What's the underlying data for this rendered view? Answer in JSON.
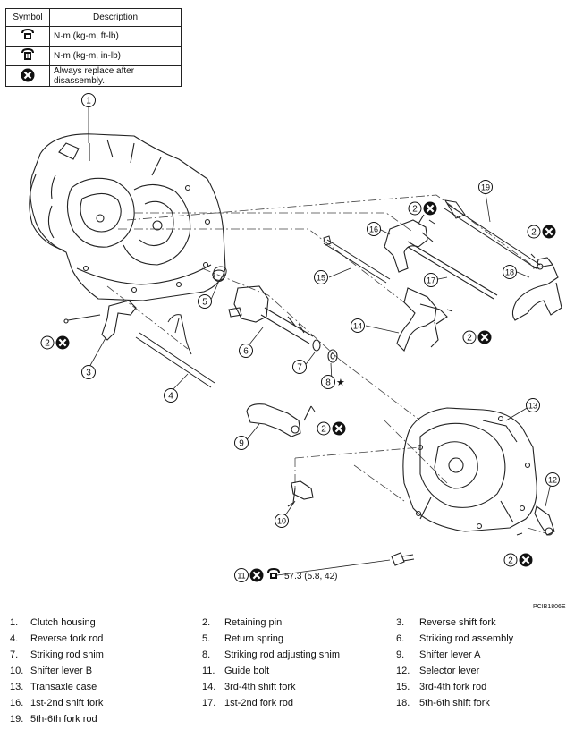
{
  "legend": {
    "header_symbol": "Symbol",
    "header_description": "Description",
    "rows": [
      {
        "icon": "torque-nm-ft-lb-icon",
        "description": "N·m (kg-m, ft-lb)"
      },
      {
        "icon": "torque-nm-in-lb-icon",
        "description": "N·m (kg-m, in-lb)"
      },
      {
        "icon": "always-replace-icon",
        "description": "Always replace after disassembly."
      }
    ]
  },
  "diagram": {
    "callout_labels": [
      "1",
      "2",
      "3",
      "4",
      "5",
      "6",
      "7",
      "8",
      "9",
      "10",
      "11",
      "12",
      "13",
      "14",
      "15",
      "16",
      "17",
      "18",
      "19"
    ],
    "star_mark": "★",
    "torque_value": "57.3 (5.8, 42)"
  },
  "figure_code": "PCIB1806E",
  "parts": [
    {
      "num": "1.",
      "name": "Clutch housing"
    },
    {
      "num": "2.",
      "name": "Retaining pin"
    },
    {
      "num": "3.",
      "name": "Reverse shift fork"
    },
    {
      "num": "4.",
      "name": "Reverse fork rod"
    },
    {
      "num": "5.",
      "name": "Return spring"
    },
    {
      "num": "6.",
      "name": "Striking rod assembly"
    },
    {
      "num": "7.",
      "name": "Striking rod shim"
    },
    {
      "num": "8.",
      "name": "Striking rod adjusting shim"
    },
    {
      "num": "9.",
      "name": "Shifter lever A"
    },
    {
      "num": "10.",
      "name": "Shifter lever B"
    },
    {
      "num": "11.",
      "name": "Guide bolt"
    },
    {
      "num": "12.",
      "name": "Selector lever"
    },
    {
      "num": "13.",
      "name": "Transaxle case"
    },
    {
      "num": "14.",
      "name": "3rd-4th shift fork"
    },
    {
      "num": "15.",
      "name": "3rd-4th fork rod"
    },
    {
      "num": "16.",
      "name": "1st-2nd shift fork"
    },
    {
      "num": "17.",
      "name": "1st-2nd fork rod"
    },
    {
      "num": "18.",
      "name": "5th-6th shift fork"
    },
    {
      "num": "19.",
      "name": "5th-6th fork rod"
    }
  ]
}
